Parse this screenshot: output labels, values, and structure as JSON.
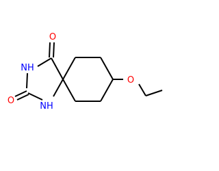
{
  "molecule": {
    "atoms": [
      {
        "id": "o1",
        "element": "O",
        "label": "O",
        "color": "#ff0000"
      },
      {
        "id": "o2",
        "element": "O",
        "label": "O",
        "color": "#ff0000"
      },
      {
        "id": "o3",
        "element": "O",
        "label": "O",
        "color": "#ff0000"
      },
      {
        "id": "n1",
        "element": "N",
        "label": "NH",
        "color": "#0000ff"
      },
      {
        "id": "n2",
        "element": "N",
        "label": "NH",
        "color": "#0000ff"
      }
    ],
    "bond_color": "#000000",
    "background": "#ffffff"
  }
}
